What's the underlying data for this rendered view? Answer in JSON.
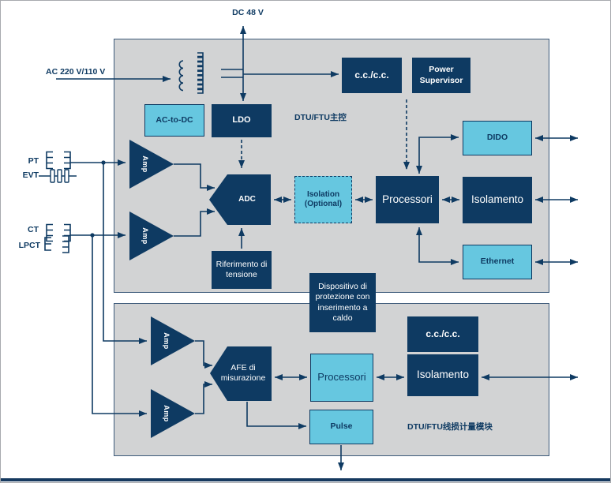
{
  "colors": {
    "navy": "#0e3a62",
    "cyan": "#66c7e0",
    "panel_gray": "#d2d3d4"
  },
  "external": {
    "dc_output": "DC 48 V",
    "ac_input": "AC 220 V/110 V",
    "pt": "PT",
    "evt": "EVT",
    "ct": "CT",
    "lpct": "LPCT"
  },
  "main_panel": {
    "title": "DTU/FTU主控",
    "ac_to_dc": "AC-to-DC",
    "ldo": "LDO",
    "dcdc": "c.c./c.c.",
    "power_supervisor": "Power Supervisor",
    "amp_upper": "Amp",
    "amp_lower": "Amp",
    "adc": "ADC",
    "isolation_optional": "Isolation (Optional)",
    "processor": "Processori",
    "isolation": "Isolamento",
    "dido": "DIDO",
    "ethernet": "Ethernet",
    "voltage_reference": "Riferimento di tensione"
  },
  "hot_swap_protection": "Dispositivo di protezione con inserimento a caldo",
  "metering_panel": {
    "title": "DTU/FTU线损计量模块",
    "amp_upper": "Amp",
    "amp_lower": "Amp",
    "afe": "AFE di misurazione",
    "processor": "Processori",
    "dcdc": "c.c./c.c.",
    "isolation": "Isolamento",
    "pulse": "Pulse"
  }
}
